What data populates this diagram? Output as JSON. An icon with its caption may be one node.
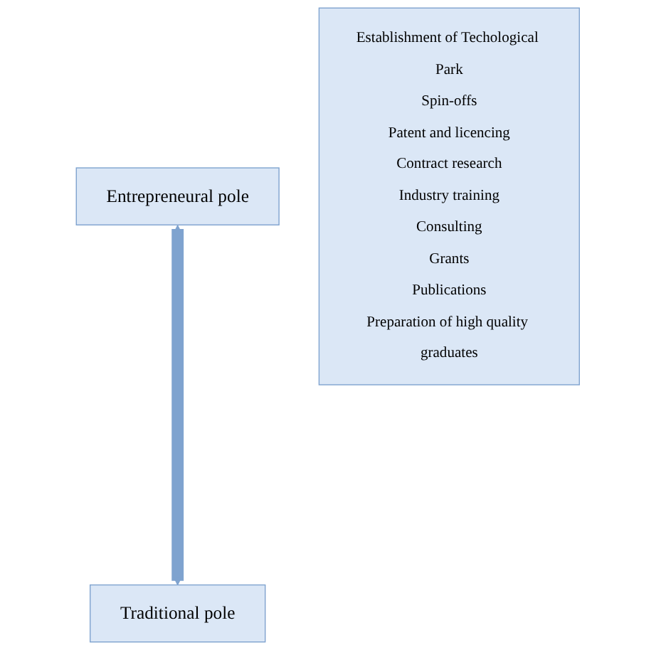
{
  "diagram": {
    "nodes": [
      {
        "text": [
          "Entrepreneural pole"
        ]
      },
      {
        "text": [
          "Traditional pole"
        ]
      },
      {
        "text": [
          "Establishment of Techological Park",
          "Spin-offs",
          "Patent and licencing",
          "Contract research",
          "Industry training",
          "Consulting",
          "Grants",
          "Publications",
          "Preparation of high quality graduates"
        ]
      }
    ],
    "edges": [
      {
        "from": 0,
        "to": 1,
        "arrow": "both"
      }
    ]
  }
}
